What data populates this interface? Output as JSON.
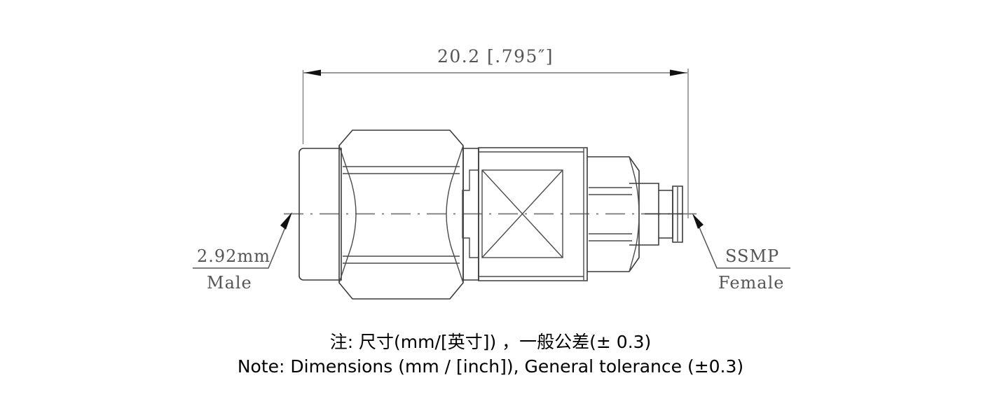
{
  "drawing": {
    "title_dimension": {
      "label": "20.2  [.795″]",
      "value_mm": "20.2",
      "value_inch": "[.795″]"
    },
    "callouts": [
      {
        "id": "left-callout",
        "line1": "2.92mm",
        "line2": "Male",
        "points_to": "left-end-of-connector"
      },
      {
        "id": "right-callout",
        "line1": "SSMP",
        "line2": "Female",
        "points_to": "right-tip-of-connector"
      }
    ],
    "notes": {
      "chinese": "注: 尺寸(mm/[英寸），一般公差(± 0.3)",
      "chinese_text": "注: 尺寸(mm/[英寸]) ，一般公差(± 0.3)",
      "english": "Note: Dimensions (mm / [inch]), General tolerance (±0.3)"
    },
    "colors": {
      "outline": "#3a3a3a",
      "dimension": "#777777",
      "text": "#555555",
      "note": "#000000",
      "background": "#ffffff"
    },
    "icons": {
      "arrow_left": "arrow-left-icon",
      "arrow_right": "arrow-right-icon",
      "leader_arrow": "leader-arrow-icon"
    }
  }
}
